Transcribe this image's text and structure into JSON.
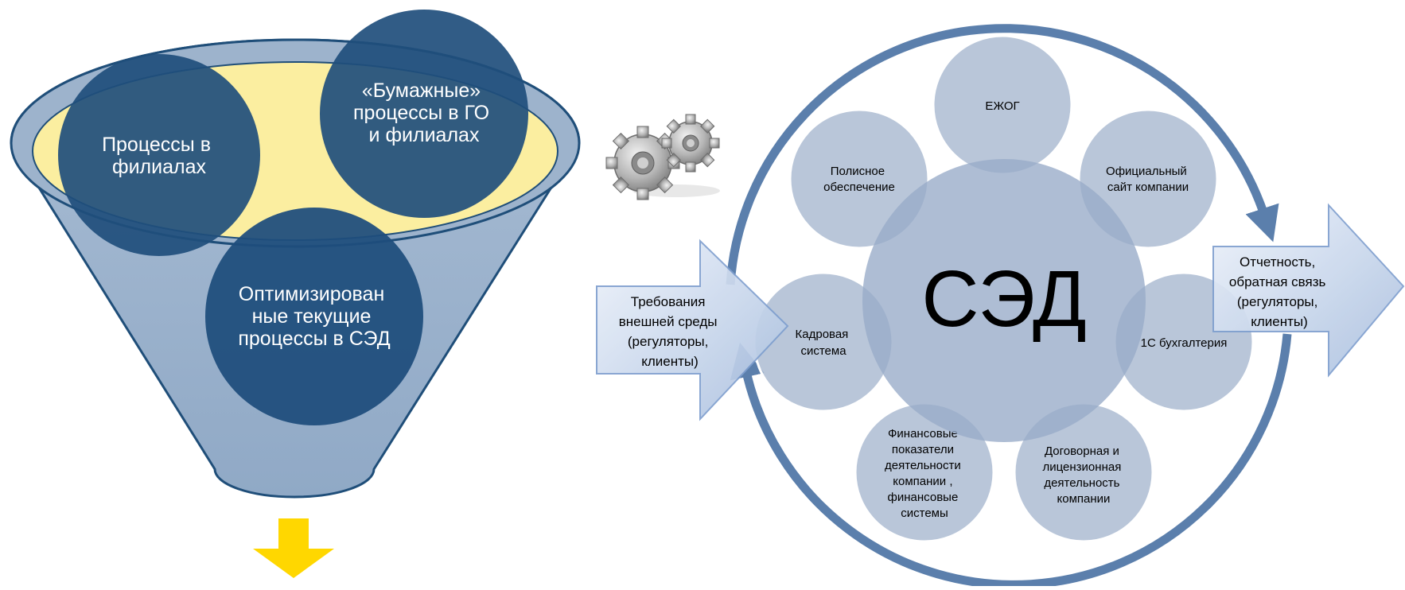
{
  "funnel": {
    "circle_left": [
      "Процессы в",
      "филиалах"
    ],
    "circle_right": [
      "«Бумажные»",
      "процессы в ГО",
      "и филиалах"
    ],
    "circle_bottom": [
      "Оптимизирован",
      "ные текущие",
      "процессы в СЭД"
    ]
  },
  "cycle": {
    "center_label": "СЭД",
    "satellites": {
      "top": [
        "ЕЖОГ"
      ],
      "top_right": [
        "Официальный",
        "сайт компании"
      ],
      "right": [
        "1С бухгалтерия"
      ],
      "bottom_right": [
        "Договорная и",
        "лицензионная",
        "деятельность",
        "компании"
      ],
      "bottom_left": [
        "Финансовые",
        "показатели",
        "деятельности",
        "компании ,",
        "финансовые",
        "системы"
      ],
      "left": [
        "Кадровая",
        "система"
      ],
      "top_left": [
        "Полисное",
        "обеспечение"
      ]
    },
    "input_arrow": [
      "Требования",
      "внешней среды",
      "(регуляторы,",
      "клиенты)"
    ],
    "output_arrow": [
      "Отчетность,",
      "обратная связь",
      "(регуляторы,",
      "клиенты)"
    ]
  },
  "colors": {
    "funnel_body": "#9db3cc",
    "funnel_rim": "#1f4e79",
    "funnel_inner": "#fbeea0",
    "funnel_circle": "#1f4e7c",
    "cycle_ring": "#5b7fac",
    "satellite_fill": "#a9b9d1",
    "center_fill": "#97aac8",
    "arrow_fill_light": "#dce7f7",
    "arrow_fill_dark": "#9fb6da",
    "down_arrow": "#ffd700",
    "gear": "#b8b8b8"
  },
  "icons": {
    "gears": "gears-icon",
    "down_arrow": "down-arrow-icon"
  }
}
